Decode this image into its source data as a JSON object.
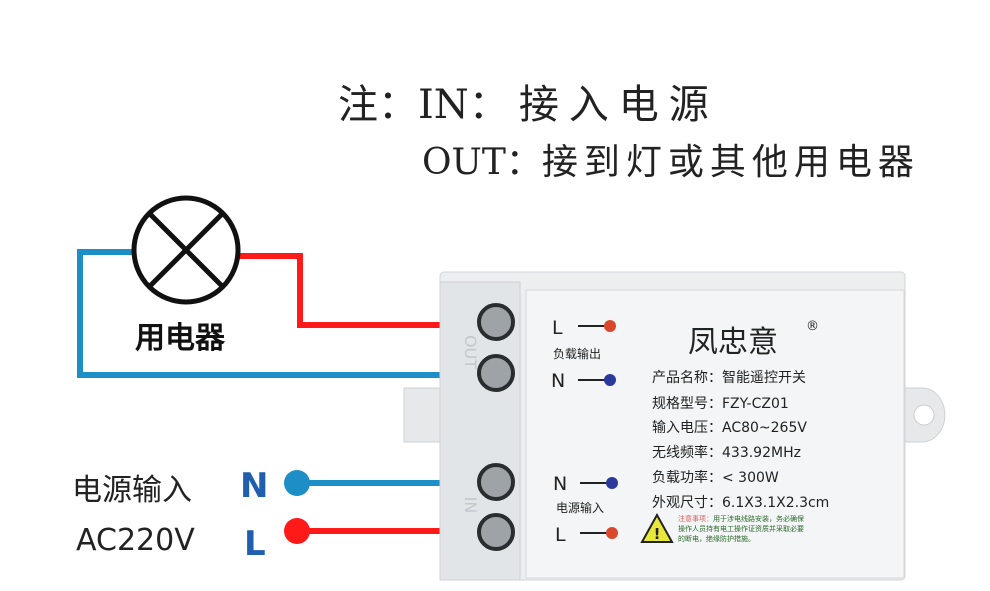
{
  "note": {
    "line1_prefix": "注：IN：",
    "line1_text": "接入电源",
    "line2_prefix": "OUT：",
    "line2_text": "接到灯或其他用电器"
  },
  "appliance": {
    "label": "用电器",
    "icon": "lamp-icon"
  },
  "power_input": {
    "label": "电源输入",
    "voltage": "AC220V",
    "n_label": "N",
    "l_label": "L"
  },
  "device": {
    "strip_out_label": "OUT",
    "strip_in_label": "IN",
    "load_output_label": "负载输出",
    "power_input_label": "电源输入",
    "terminal_L": "L",
    "terminal_N": "N",
    "brand": "凤忠意",
    "registered": "®",
    "specs": [
      {
        "key": "产品名称：",
        "value": "智能遥控开关"
      },
      {
        "key": "规格型号：",
        "value": "FZY-CZ01"
      },
      {
        "key": "输入电压：",
        "value": "AC80~265V"
      },
      {
        "key": "无线频率：",
        "value": "433.92MHz"
      },
      {
        "key": "负载功率：",
        "value": "< 300W"
      },
      {
        "key": "外观尺寸：",
        "value": "6.1X3.1X2.3cm"
      }
    ],
    "warning_title": "注意事项：",
    "warning_line1": "用于涉电线路安装，务必确保",
    "warning_line2": "操作人员持有电工操作证资质并采取必要",
    "warning_line3": "的断电，绝缘防护措施。"
  },
  "colors": {
    "live": "#ff1a1a",
    "neutral": "#1e8fc6",
    "letter_blue": "#1f5fae",
    "dot_red": "#d9482b",
    "dot_blue": "#2a3a9a"
  }
}
